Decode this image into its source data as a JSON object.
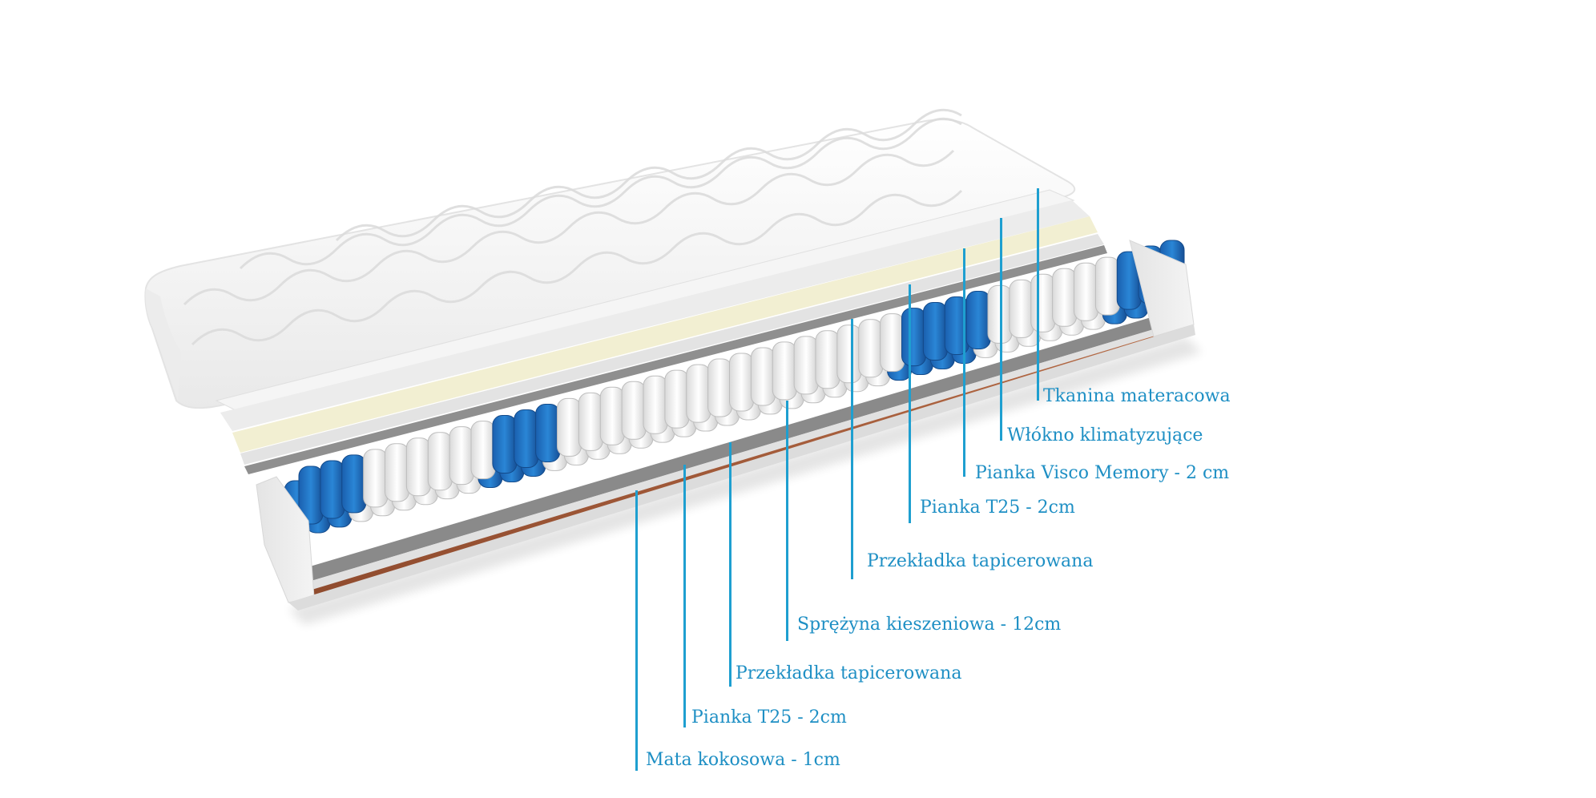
{
  "colors": {
    "accent": "#1e8fc4",
    "spring_blue": "#1c6fc0",
    "spring_white": "#f2f2f2",
    "coconut": "#a35a3a",
    "visco": "#f2efd2"
  },
  "layers": [
    {
      "id": "tkanina",
      "label": "Tkanina materacowa"
    },
    {
      "id": "wlokno",
      "label": "Włókno klimatyzujące"
    },
    {
      "id": "visco",
      "label": "Pianka Visco Memory - 2 cm"
    },
    {
      "id": "t25-top",
      "label": "Pianka T25 - 2cm"
    },
    {
      "id": "przekladka-top",
      "label": "Przekładka tapicerowana"
    },
    {
      "id": "sprezyna",
      "label": "Sprężyna kieszeniowa - 12cm"
    },
    {
      "id": "przekladka-bottom",
      "label": "Przekładka tapicerowana"
    },
    {
      "id": "t25-bottom",
      "label": "Pianka T25 - 2cm"
    },
    {
      "id": "mata",
      "label": "Mata kokosowa - 1cm"
    }
  ]
}
